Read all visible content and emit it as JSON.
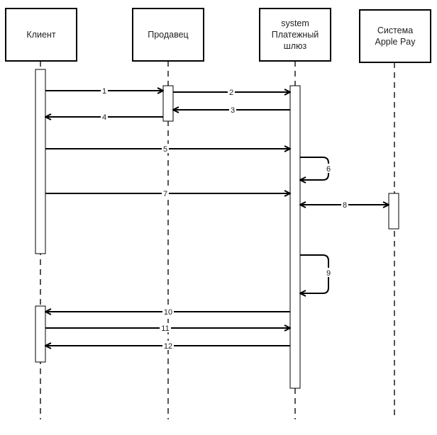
{
  "participants": [
    {
      "id": "client",
      "lines": [
        "Клиент"
      ]
    },
    {
      "id": "seller",
      "lines": [
        "Продавец"
      ]
    },
    {
      "id": "gateway",
      "lines": [
        "system",
        "Платежный",
        "шлюз"
      ]
    },
    {
      "id": "applepay",
      "lines": [
        "Система",
        "Apple Pay"
      ]
    }
  ],
  "messages": [
    {
      "label": "1",
      "from": "client",
      "to": "seller"
    },
    {
      "label": "2",
      "from": "seller",
      "to": "gateway"
    },
    {
      "label": "3",
      "from": "gateway",
      "to": "seller"
    },
    {
      "label": "4",
      "from": "seller",
      "to": "client"
    },
    {
      "label": "5",
      "from": "client",
      "to": "gateway"
    },
    {
      "label": "6",
      "from": "gateway",
      "to": "gateway"
    },
    {
      "label": "7",
      "from": "client",
      "to": "gateway"
    },
    {
      "label": "8",
      "from": "gateway",
      "to": "applepay",
      "bidirectional": true
    },
    {
      "label": "9",
      "from": "gateway",
      "to": "gateway"
    },
    {
      "label": "10",
      "from": "gateway",
      "to": "client"
    },
    {
      "label": "11",
      "from": "client",
      "to": "gateway"
    },
    {
      "label": "12",
      "from": "gateway",
      "to": "client"
    }
  ]
}
